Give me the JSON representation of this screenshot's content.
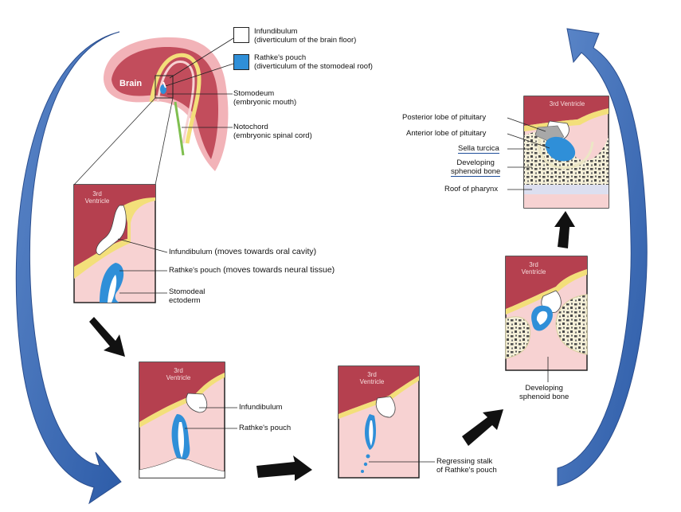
{
  "legend": {
    "infundibulum": {
      "name": "Infundibulum",
      "desc": "(diverticulum of the brain floor)",
      "color": "#ffffff"
    },
    "rathke": {
      "name": "Rathke's pouch",
      "desc": "(diverticulum of the stomodeal roof)",
      "color": "#2f8fd8"
    }
  },
  "brain_label": "Brain",
  "top_labels": {
    "stomodeum": [
      "Stomodeum",
      "(embryonic mouth)"
    ],
    "notochord": [
      "Notochord",
      "(embryonic spinal cord)"
    ]
  },
  "panel1": {
    "title": [
      "3rd",
      "Ventricle"
    ],
    "infundibulum": "Infundibulum",
    "infundibulum_note": " (moves towards oral cavity)",
    "rathke": "Rathke's pouch",
    "rathke_note": " (moves towards neural tissue)",
    "ectoderm": [
      "Stomodeal",
      "ectoderm"
    ]
  },
  "panel2": {
    "title": [
      "3rd",
      "Ventricle"
    ],
    "infundibulum": "Infundibulum",
    "rathke": "Rathke's pouch"
  },
  "panel3": {
    "title": [
      "3rd",
      "Ventricle"
    ],
    "stalk": [
      "Regressing stalk",
      "of Rathke's pouch"
    ]
  },
  "panel4": {
    "title": [
      "3rd",
      "Ventricle"
    ],
    "bone": [
      "Developing",
      "sphenoid bone"
    ]
  },
  "panel5": {
    "title": "3rd Ventricle",
    "posterior": "Posterior lobe of pituitary",
    "anterior": "Anterior lobe of pituitary",
    "sella": "Sella turcica",
    "sphenoid": [
      "Developing",
      "sphenoid bone"
    ],
    "roof": "Roof of pharynx"
  },
  "colors": {
    "tissue_dark": "#b5404f",
    "tissue_light": "#f7d2d2",
    "yellow_band": "#f3df7a",
    "pouch_blue": "#2f8fd8",
    "curved_arrow_blue": "#3f6fb8",
    "bone_bg": "#f4efd8",
    "bone_dots": "#505050",
    "pharynx": "#dcdff0"
  },
  "icons": [
    "curved-arrow-left-icon",
    "curved-arrow-right-icon",
    "black-step-arrow-icon"
  ]
}
